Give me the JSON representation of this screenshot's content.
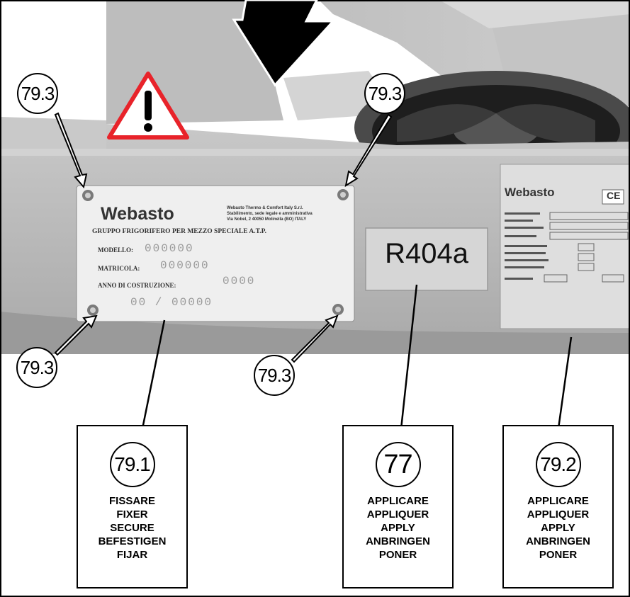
{
  "callouts": {
    "top_left": "79.3",
    "top_right": "79.3",
    "bottom_left": "79.3",
    "bottom_right": "79.3"
  },
  "plate": {
    "brand": "Webasto",
    "company_line1": "Webasto Thermo & Comfort Italy S.r.l.",
    "company_line2": "Stabilimento, sede legale e amministrativa",
    "company_line3": "Via Nobel, 2 40050 Molinella (BO) ITALY",
    "title": "GRUPPO FRIGORIFERO PER MEZZO SPECIALE A.T.P.",
    "model_label": "MODELLO:",
    "model_value": "000000",
    "serial_label": "MATRICOLA:",
    "serial_value": "000000",
    "year_label": "ANNO DI COSTRUZIONE:",
    "year_value": "0000",
    "code_value": "00 / 00000"
  },
  "refrigerant_label": "R404a",
  "right_plate": {
    "brand": "Webasto",
    "mark": "CE"
  },
  "boxes": [
    {
      "number": "79.1",
      "lines": [
        "FISSARE",
        "FIXER",
        "SECURE",
        "BEFESTIGEN",
        "FIJAR"
      ]
    },
    {
      "number": "77",
      "lines": [
        "APPLICARE",
        "APPLIQUER",
        "APPLY",
        "ANBRINGEN",
        "PONER"
      ]
    },
    {
      "number": "79.2",
      "lines": [
        "APPLICARE",
        "APPLIQUER",
        "APPLY",
        "ANBRINGEN",
        "PONER"
      ]
    }
  ],
  "colors": {
    "warning_border": "#e8232a",
    "photo_gray": "#b9b9b9",
    "plate": "#eeeeee"
  },
  "icons": [
    "warning-triangle-icon",
    "down-arrow-icon"
  ]
}
